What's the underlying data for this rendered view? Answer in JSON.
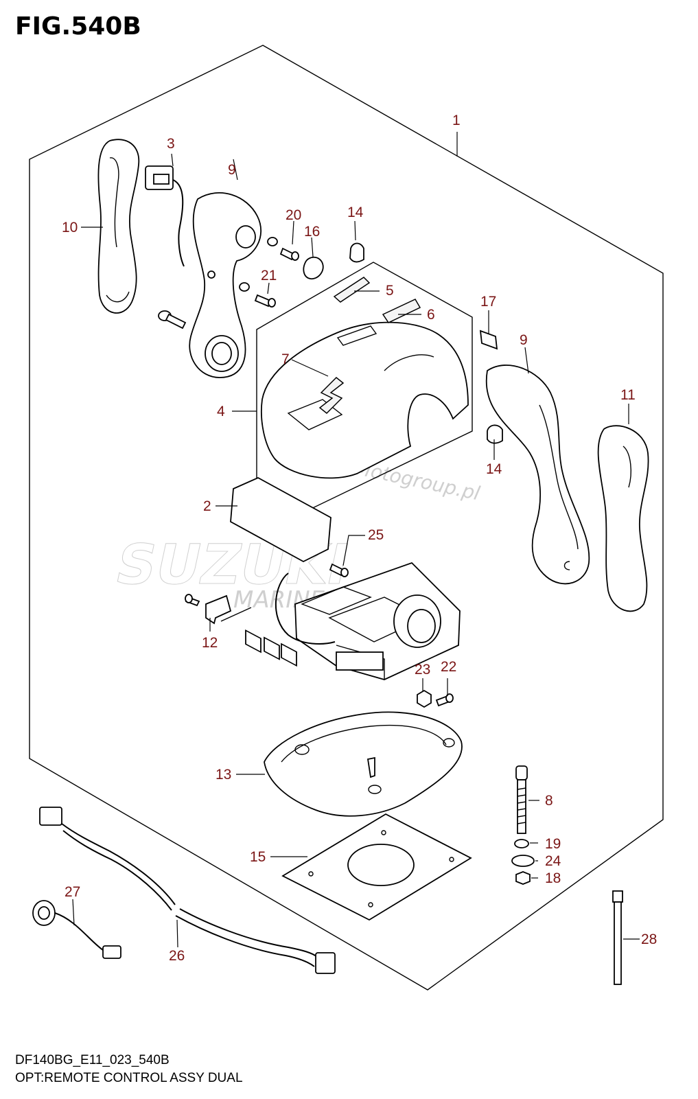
{
  "figure": {
    "title": "FIG.540B",
    "model_code": "DF140BG_E11_023_540B",
    "caption": "OPT:REMOTE CONTROL ASSY DUAL"
  },
  "callouts": {
    "c1": "1",
    "c2": "2",
    "c3": "3",
    "c4": "4",
    "c5": "5",
    "c6": "6",
    "c7": "7",
    "c8": "8",
    "c9a": "9",
    "c9b": "9",
    "c10": "10",
    "c11": "11",
    "c12": "12",
    "c13": "13",
    "c14a": "14",
    "c14b": "14",
    "c15": "15",
    "c16": "16",
    "c17": "17",
    "c18": "18",
    "c19": "19",
    "c20": "20",
    "c21": "21",
    "c22": "22",
    "c23": "23",
    "c24": "24",
    "c25": "25",
    "c26": "26",
    "c27": "27",
    "c28": "28"
  },
  "watermarks": {
    "suzuki": "SUZUKI",
    "marine_parts": "MARINE PARTS",
    "site": "Motogroup.pl"
  },
  "colors": {
    "callout": "#7a1515",
    "line": "#000000"
  }
}
